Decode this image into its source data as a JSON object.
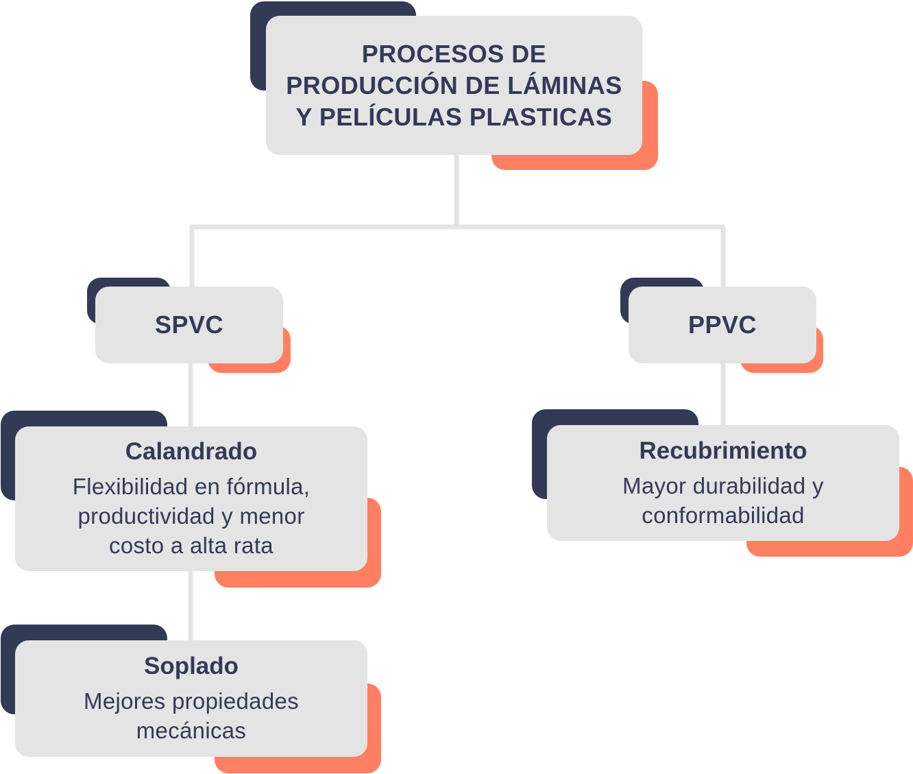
{
  "diagram": {
    "root": {
      "title": "PROCESOS DE\nPRODUCCIÓN DE LÁMINAS\nY PELÍCULAS PLASTICAS"
    },
    "branches": [
      {
        "label": "SPVC",
        "children": [
          {
            "title": "Calandrado",
            "description": "Flexibilidad en fórmula,\nproductividad y menor\ncosto a alta rata"
          },
          {
            "title": "Soplado",
            "description": "Mejores propiedades\nmecánicas"
          }
        ]
      },
      {
        "label": "PPVC",
        "children": [
          {
            "title": "Recubrimiento",
            "description": "Mayor durabilidad y\nconformabilidad"
          }
        ]
      }
    ]
  },
  "colors": {
    "card_fill": "#e4e4e5",
    "accent_dark": "#333a56",
    "accent_coral": "#ff7f62",
    "connector": "#e4e4e5",
    "text": "#333a56"
  }
}
